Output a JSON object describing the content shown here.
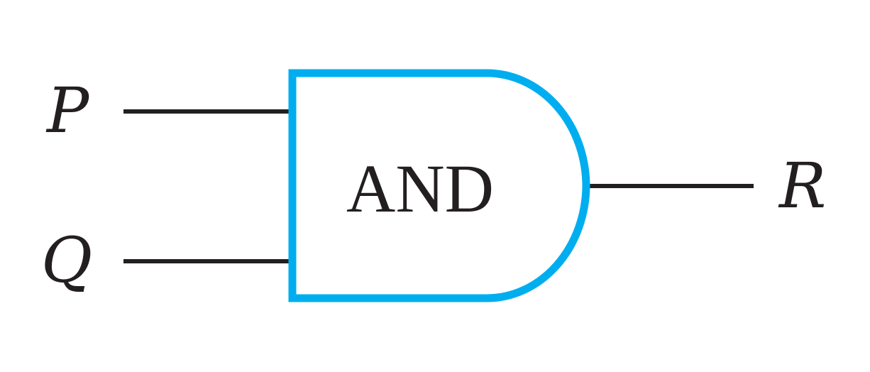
{
  "gate": {
    "label": "AND",
    "color": "#00aeef"
  },
  "inputs": [
    {
      "label": "P"
    },
    {
      "label": "Q"
    }
  ],
  "output": {
    "label": "R"
  },
  "wire_color": "#231f20"
}
